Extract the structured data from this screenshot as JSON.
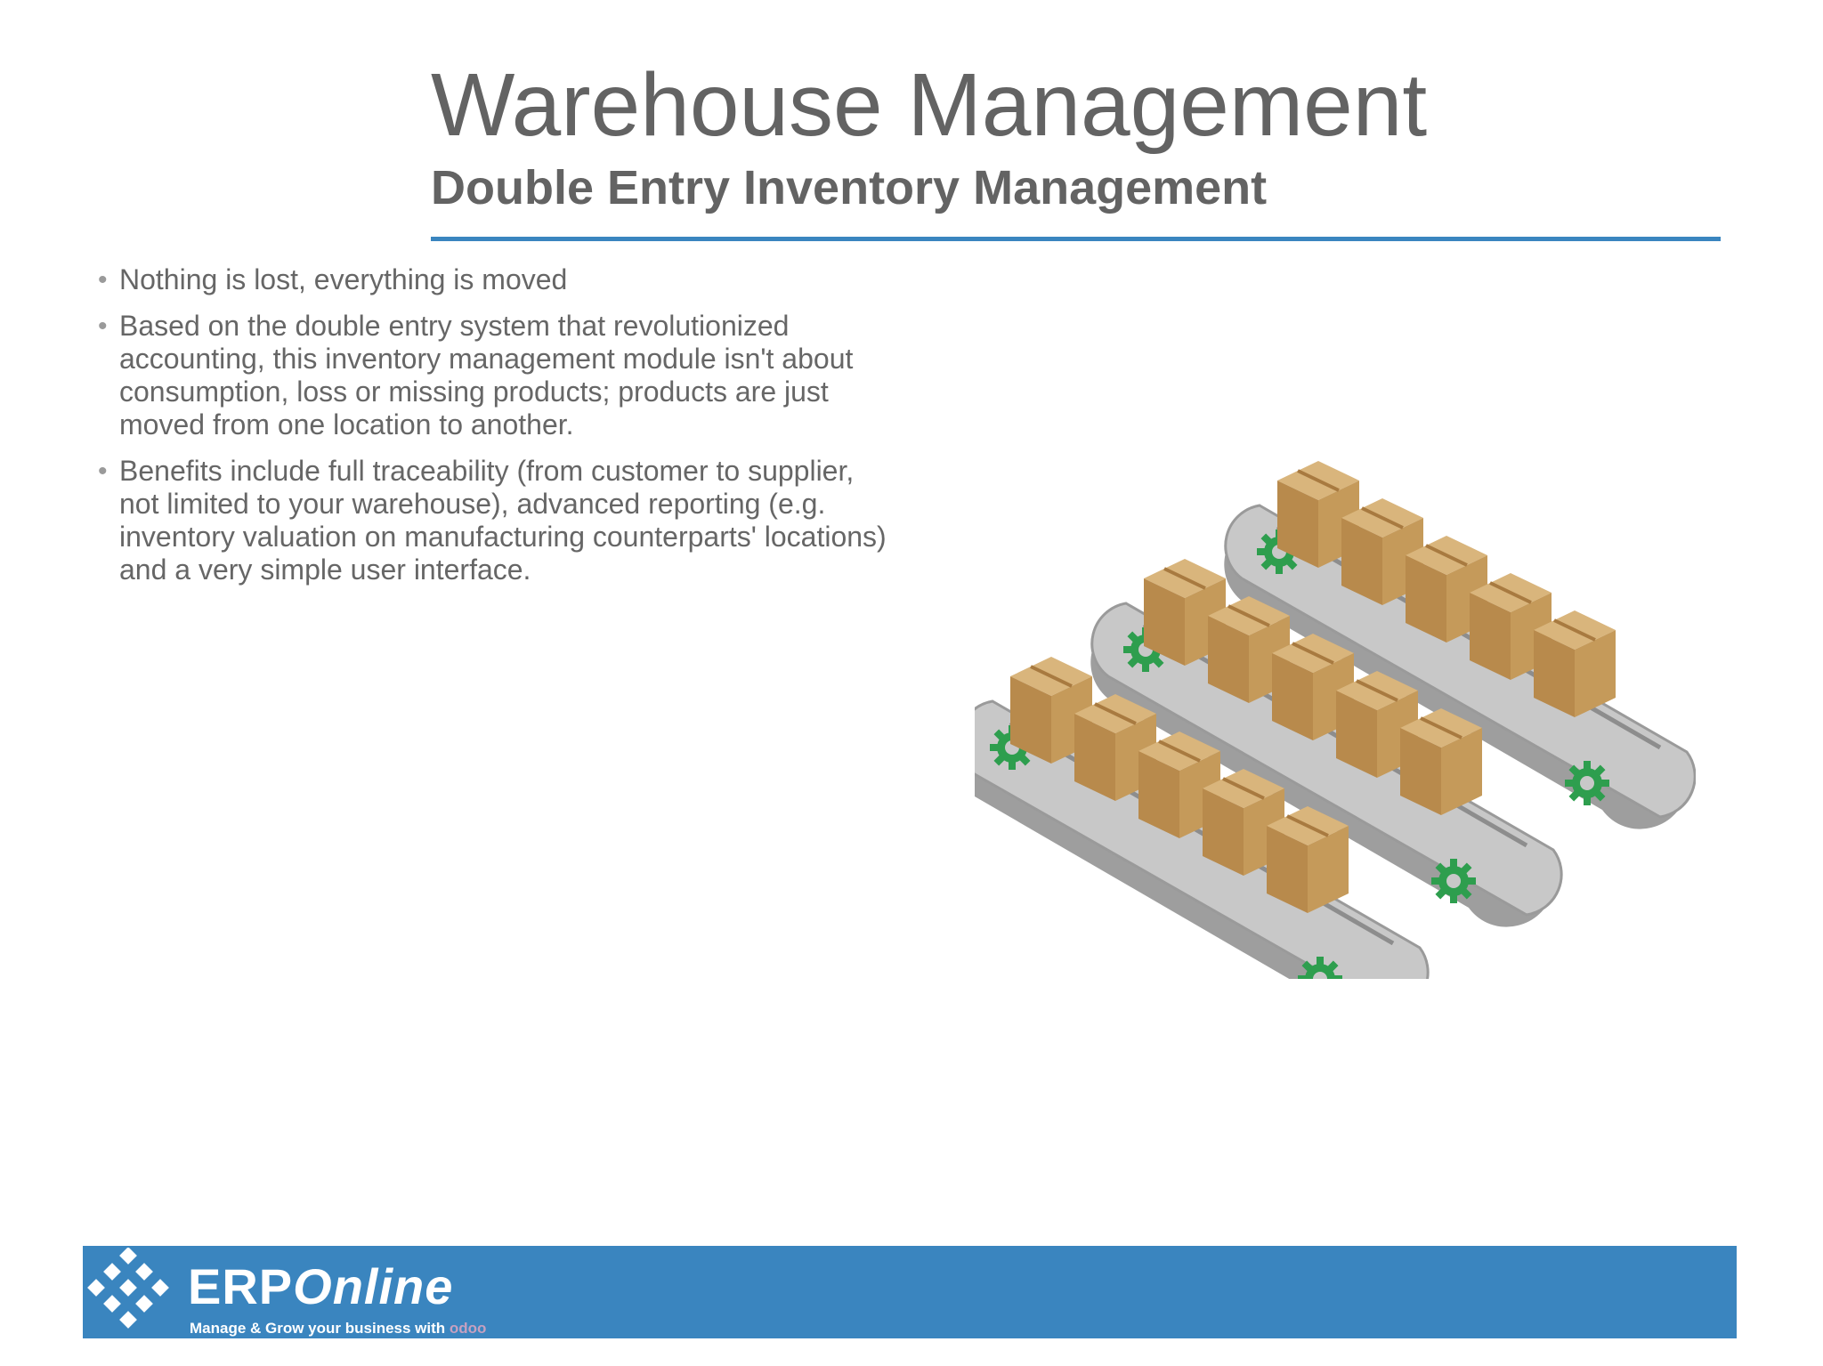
{
  "slide": {
    "title": "Warehouse Management",
    "subtitle": "Double Entry Inventory Management",
    "bullets": [
      "Nothing is lost, everything is moved",
      "Based on the double entry system that revolutionized accounting, this inventory management module isn't about consumption, loss or missing products; products are just moved from one location to another.",
      "Benefits include full traceability (from customer to supplier, not limited to your warehouse), advanced reporting (e.g. inventory valuation on manufacturing counterparts' locations) and a very simple user interface."
    ],
    "bullet_glyph": "•"
  },
  "illustration": {
    "icon": "conveyor-belts-with-boxes-icon",
    "colors": {
      "belt": "#a9a9a9",
      "gear": "#2e9e4e",
      "box": "#c59a5a"
    }
  },
  "footer": {
    "brand_erp": "ERP",
    "brand_online": "Online",
    "tagline": "Manage & Grow your business with ",
    "tagline_brand": "odoo",
    "bar_color": "#3a85bf"
  }
}
